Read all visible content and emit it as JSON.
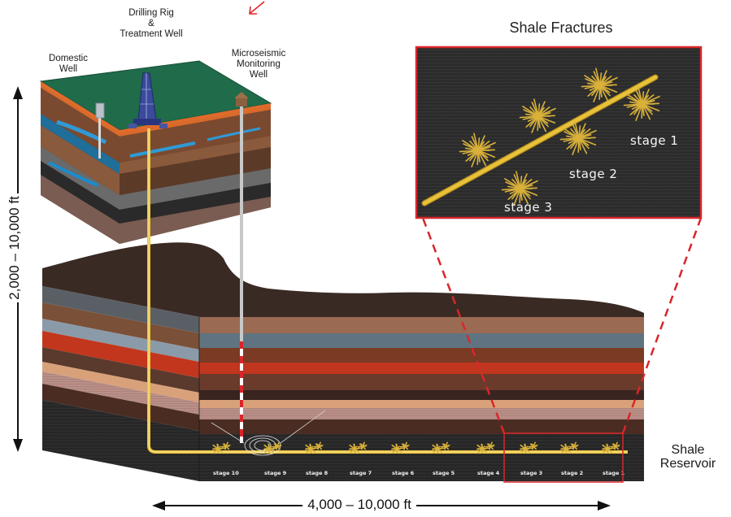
{
  "labels": {
    "drilling_rig": "Drilling Rig\n&\nTreatment Well",
    "domestic_well": "Domestic\nWell",
    "microseismic": "Microseismic\nMonitoring\nWell",
    "inset_title": "Shale Fractures",
    "shale_reservoir": "Shale\nReservoir",
    "vertical_dimension": "2,000 – 10,000 ft",
    "horizontal_dimension": "4,000 – 10,000 ft"
  },
  "inset_stages": [
    "stage 1",
    "stage 2",
    "stage 3"
  ],
  "well_stages": [
    "stage 10",
    "stage 9",
    "stage 8",
    "stage 7",
    "stage 6",
    "stage 5",
    "stage 4",
    "stage 3",
    "stage 2",
    "stage 1"
  ],
  "colors": {
    "surface_green": "#1f6b4a",
    "highlight_red": "#d9262b",
    "well_yellow": "#e8c23a",
    "fracture_gold": "#d9b13a",
    "inset_bg": "#2d2d2d"
  }
}
